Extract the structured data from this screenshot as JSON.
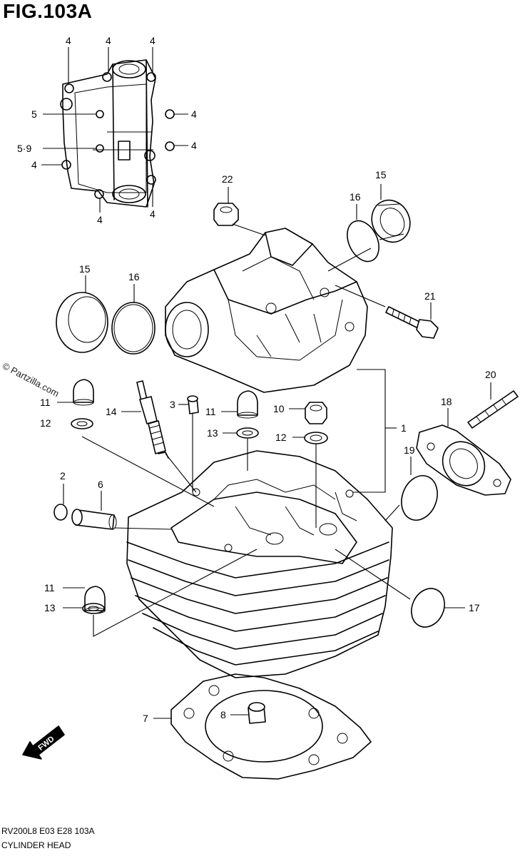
{
  "header": {
    "figure_title": "FIG.103A"
  },
  "footer": {
    "model_code": "RV200L8  E03  E28  103A",
    "section_name": "CYLINDER HEAD"
  },
  "watermark": "© Partzilla.com",
  "fwd_arrow_label": "FWD",
  "callouts": [
    {
      "id": "c4a",
      "text": "4"
    },
    {
      "id": "c4b",
      "text": "4"
    },
    {
      "id": "c4c",
      "text": "4"
    },
    {
      "id": "c5",
      "text": "5"
    },
    {
      "id": "c4d",
      "text": "4"
    },
    {
      "id": "c59",
      "text": "5·9"
    },
    {
      "id": "c4e",
      "text": "4"
    },
    {
      "id": "c4f",
      "text": "4"
    },
    {
      "id": "c4g",
      "text": "4"
    },
    {
      "id": "c4h",
      "text": "4"
    },
    {
      "id": "c22",
      "text": "22"
    },
    {
      "id": "c15a",
      "text": "15"
    },
    {
      "id": "c16a",
      "text": "16"
    },
    {
      "id": "c15b",
      "text": "15"
    },
    {
      "id": "c16b",
      "text": "16"
    },
    {
      "id": "c21",
      "text": "21"
    },
    {
      "id": "c20",
      "text": "20"
    },
    {
      "id": "c11a",
      "text": "11"
    },
    {
      "id": "c14",
      "text": "14"
    },
    {
      "id": "c3",
      "text": "3"
    },
    {
      "id": "c11b",
      "text": "11"
    },
    {
      "id": "c10",
      "text": "10"
    },
    {
      "id": "c18",
      "text": "18"
    },
    {
      "id": "c12a",
      "text": "12"
    },
    {
      "id": "c13a",
      "text": "13"
    },
    {
      "id": "c12b",
      "text": "12"
    },
    {
      "id": "c1",
      "text": "1"
    },
    {
      "id": "c19",
      "text": "19"
    },
    {
      "id": "c2",
      "text": "2"
    },
    {
      "id": "c6",
      "text": "6"
    },
    {
      "id": "c11c",
      "text": "11"
    },
    {
      "id": "c17",
      "text": "17"
    },
    {
      "id": "c13b",
      "text": "13"
    },
    {
      "id": "c7",
      "text": "7"
    },
    {
      "id": "c8",
      "text": "8"
    }
  ]
}
